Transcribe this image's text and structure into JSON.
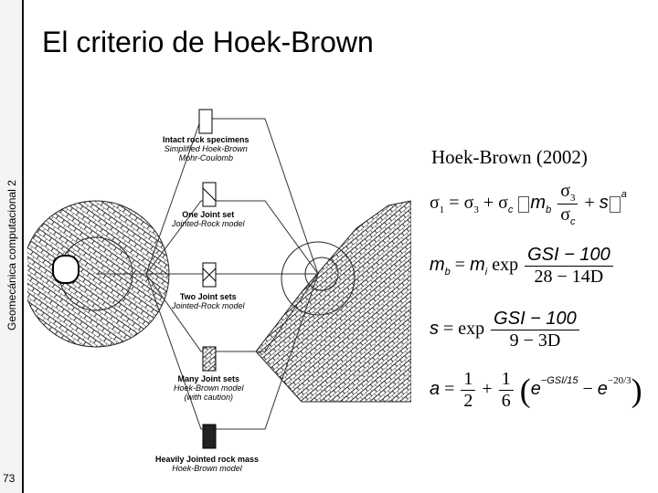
{
  "sidebar": {
    "vertical_title": "Geomecánica computacional 2",
    "page_number": "73"
  },
  "slide": {
    "title": "El criterio de Hoek-Brown"
  },
  "figure": {
    "labels": [
      {
        "bold": "Intact rock specimens",
        "lines": [
          "Simplified Hoek-Brown",
          "Mohr-Coulomb"
        ]
      },
      {
        "bold": "One Joint set",
        "lines": [
          "Jointed-Rock model"
        ]
      },
      {
        "bold": "Two Joint sets",
        "lines": [
          "Jointed-Rock model"
        ]
      },
      {
        "bold": "Many Joint sets",
        "lines": [
          "Hoek-Brown model",
          "(with caution)"
        ]
      },
      {
        "bold": "Heavily Jointed rock mass",
        "lines": [
          "Hoek-Brown model"
        ]
      }
    ]
  },
  "equations": {
    "heading": "Hoek-Brown (2002)",
    "eq1": {
      "lhs": "σ",
      "lhs_sub": "1",
      "eq": "=",
      "s3": "σ",
      "s3_sub": "3",
      "plus": "+",
      "sc": "σ",
      "sc_sub": "c",
      "mb": "m",
      "mb_sub": "b",
      "frac_num": "σ",
      "frac_num_sub": "3",
      "frac_den": "σ",
      "frac_den_sub": "c",
      "plus2": "+",
      "s": "s",
      "exp": "a"
    },
    "eq2": {
      "lhs": "m",
      "lhs_sub": "b",
      "eq": "=",
      "mi": "m",
      "mi_sub": "i",
      "fn": "exp",
      "num": "GSI − 100",
      "den": "28 − 14D"
    },
    "eq3": {
      "lhs": "s",
      "eq": "=",
      "fn": "exp",
      "num": "GSI − 100",
      "den": "9 − 3D"
    },
    "eq4": {
      "lhs": "a",
      "eq": "=",
      "f1_num": "1",
      "f1_den": "2",
      "plus": "+",
      "f2_num": "1",
      "f2_den": "6",
      "e1": "e",
      "e1_exp": "−GSI/15",
      "minus": "−",
      "e2": "e",
      "e2_exp": "−20/3"
    }
  }
}
